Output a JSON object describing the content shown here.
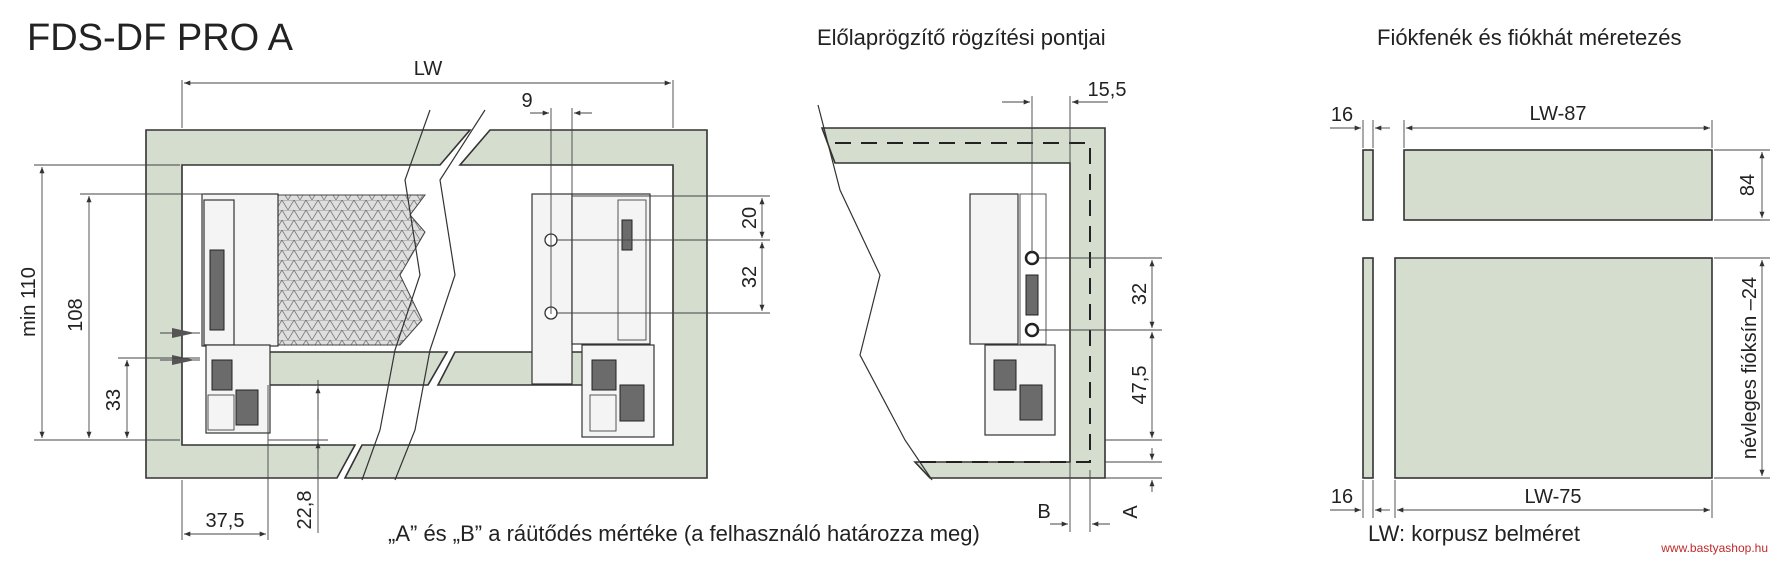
{
  "title": "FDS-DF PRO A",
  "headings": {
    "front_fixing": "Előlaprögzítő rögzítési pontjai",
    "bottom_back": "Fiókfenék és fiókhát méretezés"
  },
  "dimensions": {
    "lw": "LW",
    "d9": "9",
    "d20": "20",
    "d32a": "32",
    "min110": "min 110",
    "d108": "108",
    "d33": "33",
    "d37_5": "37,5",
    "d22_8": "22,8",
    "d15_5": "15,5",
    "d32b": "32",
    "d47_5": "47,5",
    "b": "B",
    "a": "A",
    "d16a": "16",
    "lw87": "LW-87",
    "d84": "84",
    "d16b": "16",
    "lw75": "LW-75",
    "nominal": "névleges fióksín –24"
  },
  "notes": {
    "ab": "„A” és „B” a ráütődés mértéke (a felhasználó határozza meg)",
    "lw_def": "LW: korpusz belméret",
    "watermark": "www.bastyashop.hu"
  },
  "colors": {
    "panel": "#d5ddcf",
    "line": "#333333",
    "watermark": "#c02a2a"
  }
}
